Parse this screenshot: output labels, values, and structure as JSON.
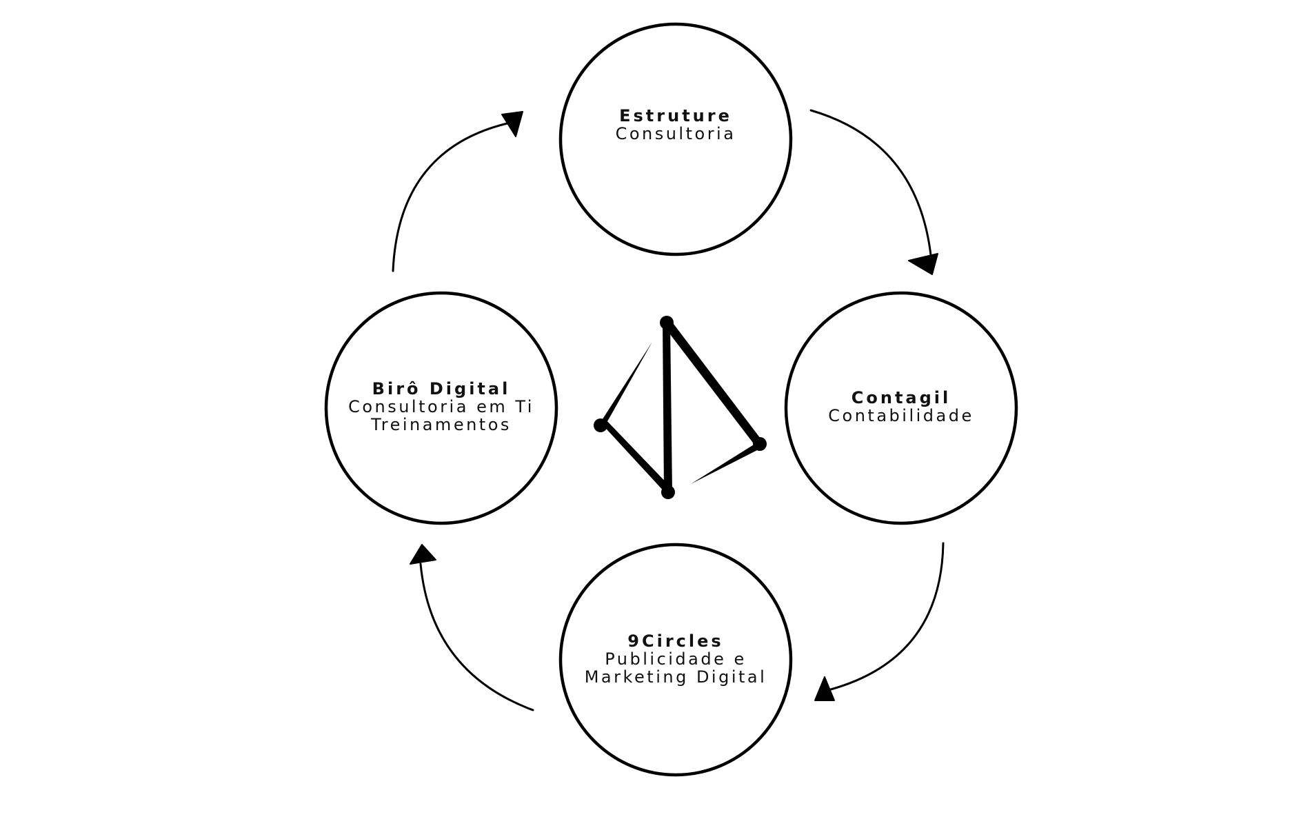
{
  "diagram": {
    "nodes": [
      {
        "id": "estruture",
        "title": "Estruture",
        "lines": [
          "Consultoria"
        ]
      },
      {
        "id": "contagil",
        "title": "Contagil",
        "lines": [
          "Contabilidade"
        ]
      },
      {
        "id": "9circles",
        "title": "9Circles",
        "lines": [
          "Publicidade e",
          "Marketing Digital"
        ]
      },
      {
        "id": "biro-digital",
        "title": "Birô Digital",
        "lines": [
          "Consultoria em Ti",
          "Treinamentos"
        ]
      }
    ],
    "edges": [
      {
        "from": "estruture",
        "to": "contagil"
      },
      {
        "from": "contagil",
        "to": "9circles"
      },
      {
        "from": "9circles",
        "to": "biro-digital"
      },
      {
        "from": "biro-digital",
        "to": "estruture"
      }
    ],
    "center_icon": "triangle-network-logo-icon",
    "colors": {
      "stroke": "#000000",
      "background": "#ffffff",
      "text": "#111111"
    }
  }
}
